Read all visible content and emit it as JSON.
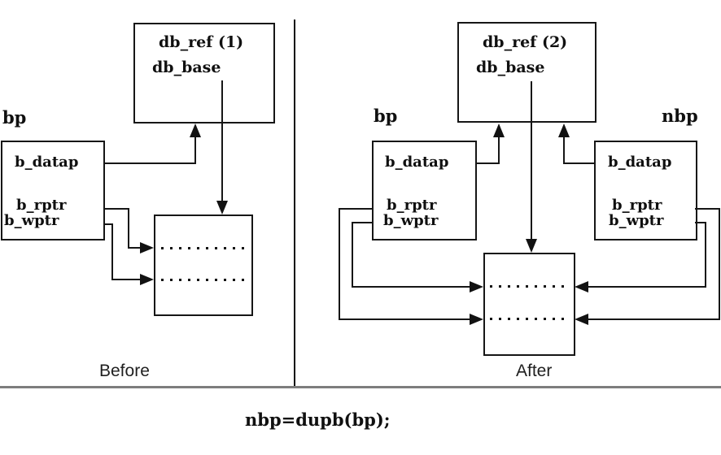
{
  "colors": {
    "line": "#161616",
    "text": "#101010",
    "bottom_rule": "#7d7d7d",
    "background": "#ffffff"
  },
  "before": {
    "panel_label": "Before",
    "pointer_label": "bp",
    "dblk": {
      "ref": "db_ref (1)",
      "base": "db_base"
    },
    "mblk": {
      "datap": "b_datap",
      "rptr": "b_rptr",
      "wptr": "b_wptr"
    }
  },
  "after": {
    "panel_label": "After",
    "dblk": {
      "ref": "db_ref (2)",
      "base": "db_base"
    },
    "bp": {
      "pointer_label": "bp",
      "datap": "b_datap",
      "rptr": "b_rptr",
      "wptr": "b_wptr"
    },
    "nbp": {
      "pointer_label": "nbp",
      "datap": "b_datap",
      "rptr": "b_rptr",
      "wptr": "b_wptr"
    }
  },
  "caption": "nbp=dupb(bp);"
}
